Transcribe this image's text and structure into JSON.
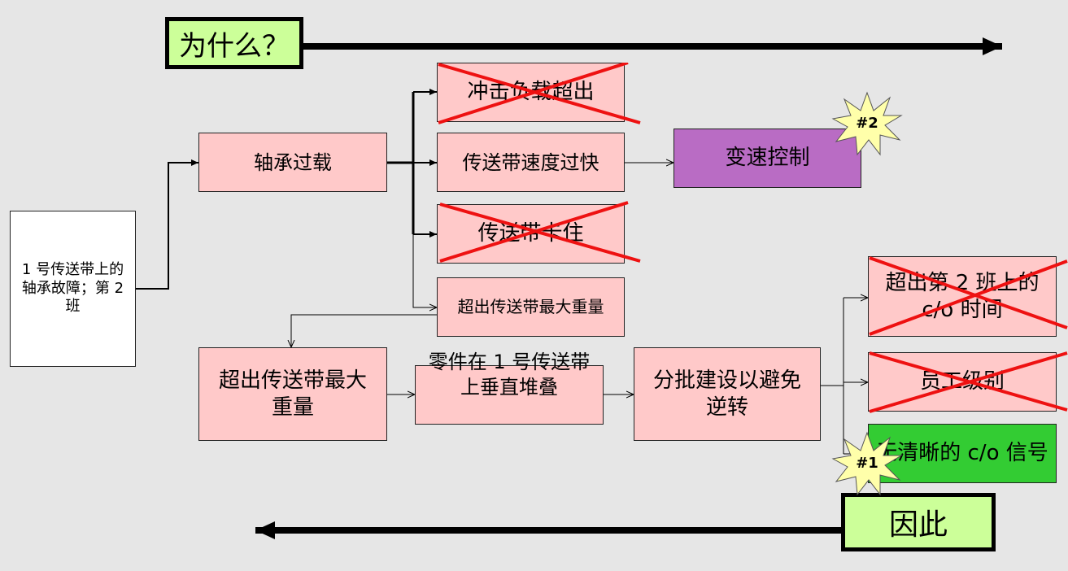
{
  "header": {
    "why": "为什么？",
    "therefore": "因此"
  },
  "root": {
    "text": "1 号传送带上的轴承故障；第 2 班"
  },
  "level1": {
    "bearing_overload": "轴承过载",
    "exceed_max_weight": "超出传送带最大重量"
  },
  "causes": {
    "impact_load": "冲击负载超出",
    "belt_speed": "传送带速度过快",
    "belt_stuck": "传送带卡住",
    "exceed_weight": "超出传送带最大重量"
  },
  "chain": {
    "parts_stacked": "零件在 1 号传送带上垂直堆叠",
    "batch_build": "分批建设以避免逆转",
    "speed_control": "变速控制"
  },
  "right": {
    "exceed_co": "超出第 2 班上的 c/o 时间",
    "staff_level": "员工级别",
    "no_signal": "无清晰的 c/o 信号"
  },
  "stars": {
    "star2": "#2",
    "star1": "#1"
  },
  "colors": {
    "pink": "#ffc9c9",
    "purple": "#b96cc4",
    "green": "#33cc33",
    "header": "#ccff99",
    "xmark": "#ee1111"
  }
}
